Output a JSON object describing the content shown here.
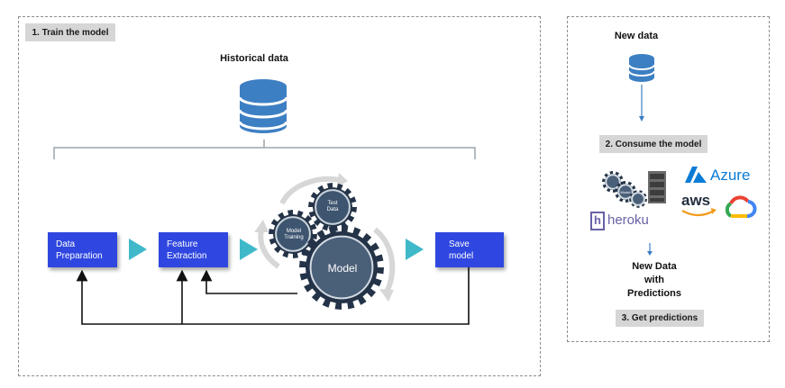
{
  "train": {
    "tag": "1. Train the model",
    "historical_label": "Historical data",
    "steps": [
      {
        "line1": "Data",
        "line2": "Preparation"
      },
      {
        "line1": "Feature",
        "line2": "Extraction"
      },
      {
        "line1": "Save",
        "line2": "model"
      }
    ],
    "gears": {
      "test_line1": "Test",
      "test_line2": "Data",
      "training_line1": "Model",
      "training_line2": "Training",
      "model": "Model"
    }
  },
  "consume": {
    "new_data_label": "New data",
    "tag": "2. Consume the model",
    "logos": {
      "azure": "Azure",
      "aws": "aws",
      "heroku": "heroku",
      "heroku_mark": "h",
      "mini_gear_text": "Model"
    },
    "output_line1": "New Data",
    "output_line2": "with",
    "output_line3": "Predictions",
    "predictions_tag": "3. Get predictions"
  },
  "colors": {
    "step_blue": "#2f47e0",
    "arrow_teal": "#3fb9c9",
    "db_blue": "#3d7fc3",
    "gear_dark": "#243347",
    "azure_blue": "#0a7cd6",
    "aws_orange": "#f29b1d"
  }
}
